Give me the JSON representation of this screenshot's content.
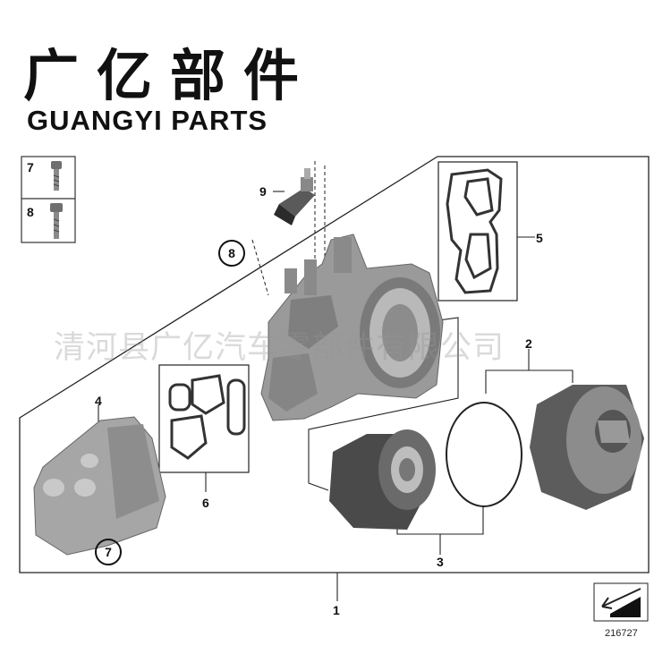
{
  "brand": {
    "chinese": "广亿部件",
    "english": "GUANGYI PARTS"
  },
  "watermark": "清河县广亿汽车零部件有限公司",
  "labels": {
    "p1": "1",
    "p2": "2",
    "p3": "3",
    "p4": "4",
    "p5": "5",
    "p6": "6",
    "p7": "7",
    "p8": "8",
    "p9": "9"
  },
  "legend": {
    "screw7": "7",
    "bolt8": "8"
  },
  "diagram_ref": "216727"
}
